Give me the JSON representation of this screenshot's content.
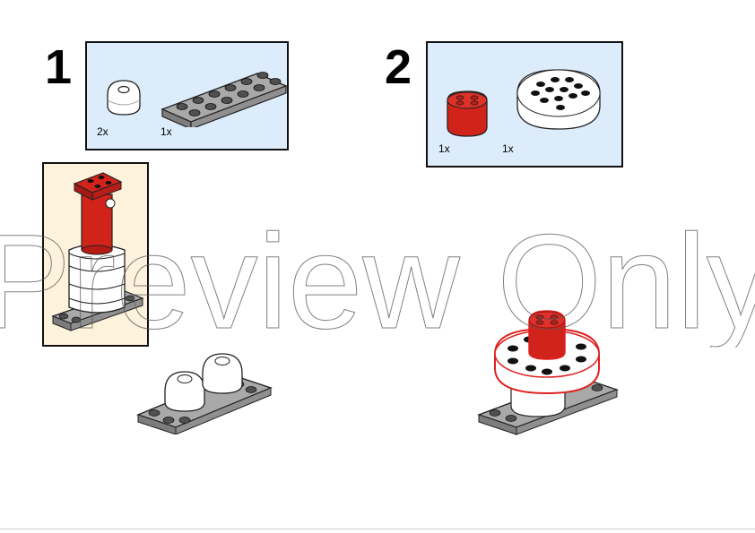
{
  "steps": [
    {
      "number": "1",
      "parts": [
        {
          "qty": "2x",
          "icon": "white-round-brick-dome"
        },
        {
          "qty": "1x",
          "icon": "gray-plate-2x6"
        }
      ]
    },
    {
      "number": "2",
      "parts": [
        {
          "qty": "1x",
          "icon": "red-round-brick-2x2"
        },
        {
          "qty": "1x",
          "icon": "white-round-plate-4x4"
        }
      ]
    }
  ],
  "watermark": "Preview Only",
  "colors": {
    "parts_box_bg": "#dcecfa",
    "callout_bg": "#fdf3dc",
    "brick_red": "#d2231b",
    "brick_white": "#ffffff",
    "plate_gray": "#a9a9a9",
    "highlight_red": "#e02020"
  }
}
